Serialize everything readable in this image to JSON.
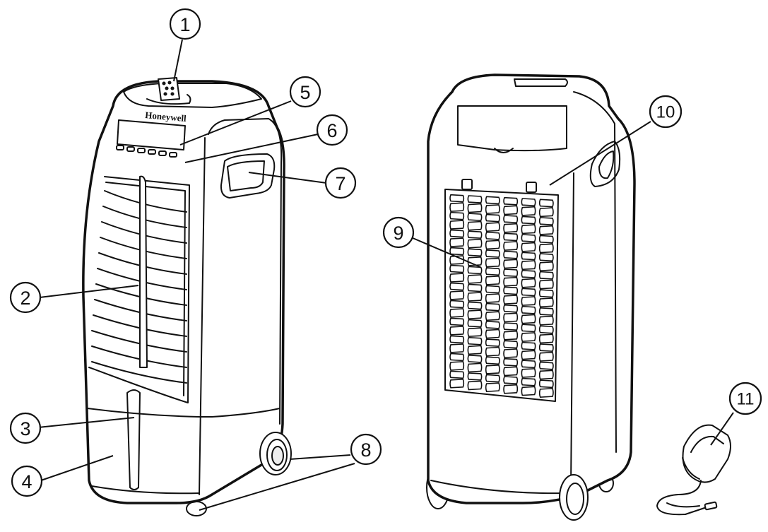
{
  "brand_text": "Honeywell",
  "callouts": [
    {
      "id": "1",
      "label": "1"
    },
    {
      "id": "2",
      "label": "2"
    },
    {
      "id": "3",
      "label": "3"
    },
    {
      "id": "4",
      "label": "4"
    },
    {
      "id": "5",
      "label": "5"
    },
    {
      "id": "6",
      "label": "6"
    },
    {
      "id": "7",
      "label": "7"
    },
    {
      "id": "8",
      "label": "8"
    },
    {
      "id": "9",
      "label": "9"
    },
    {
      "id": "10",
      "label": "10"
    },
    {
      "id": "11",
      "label": "11"
    }
  ]
}
